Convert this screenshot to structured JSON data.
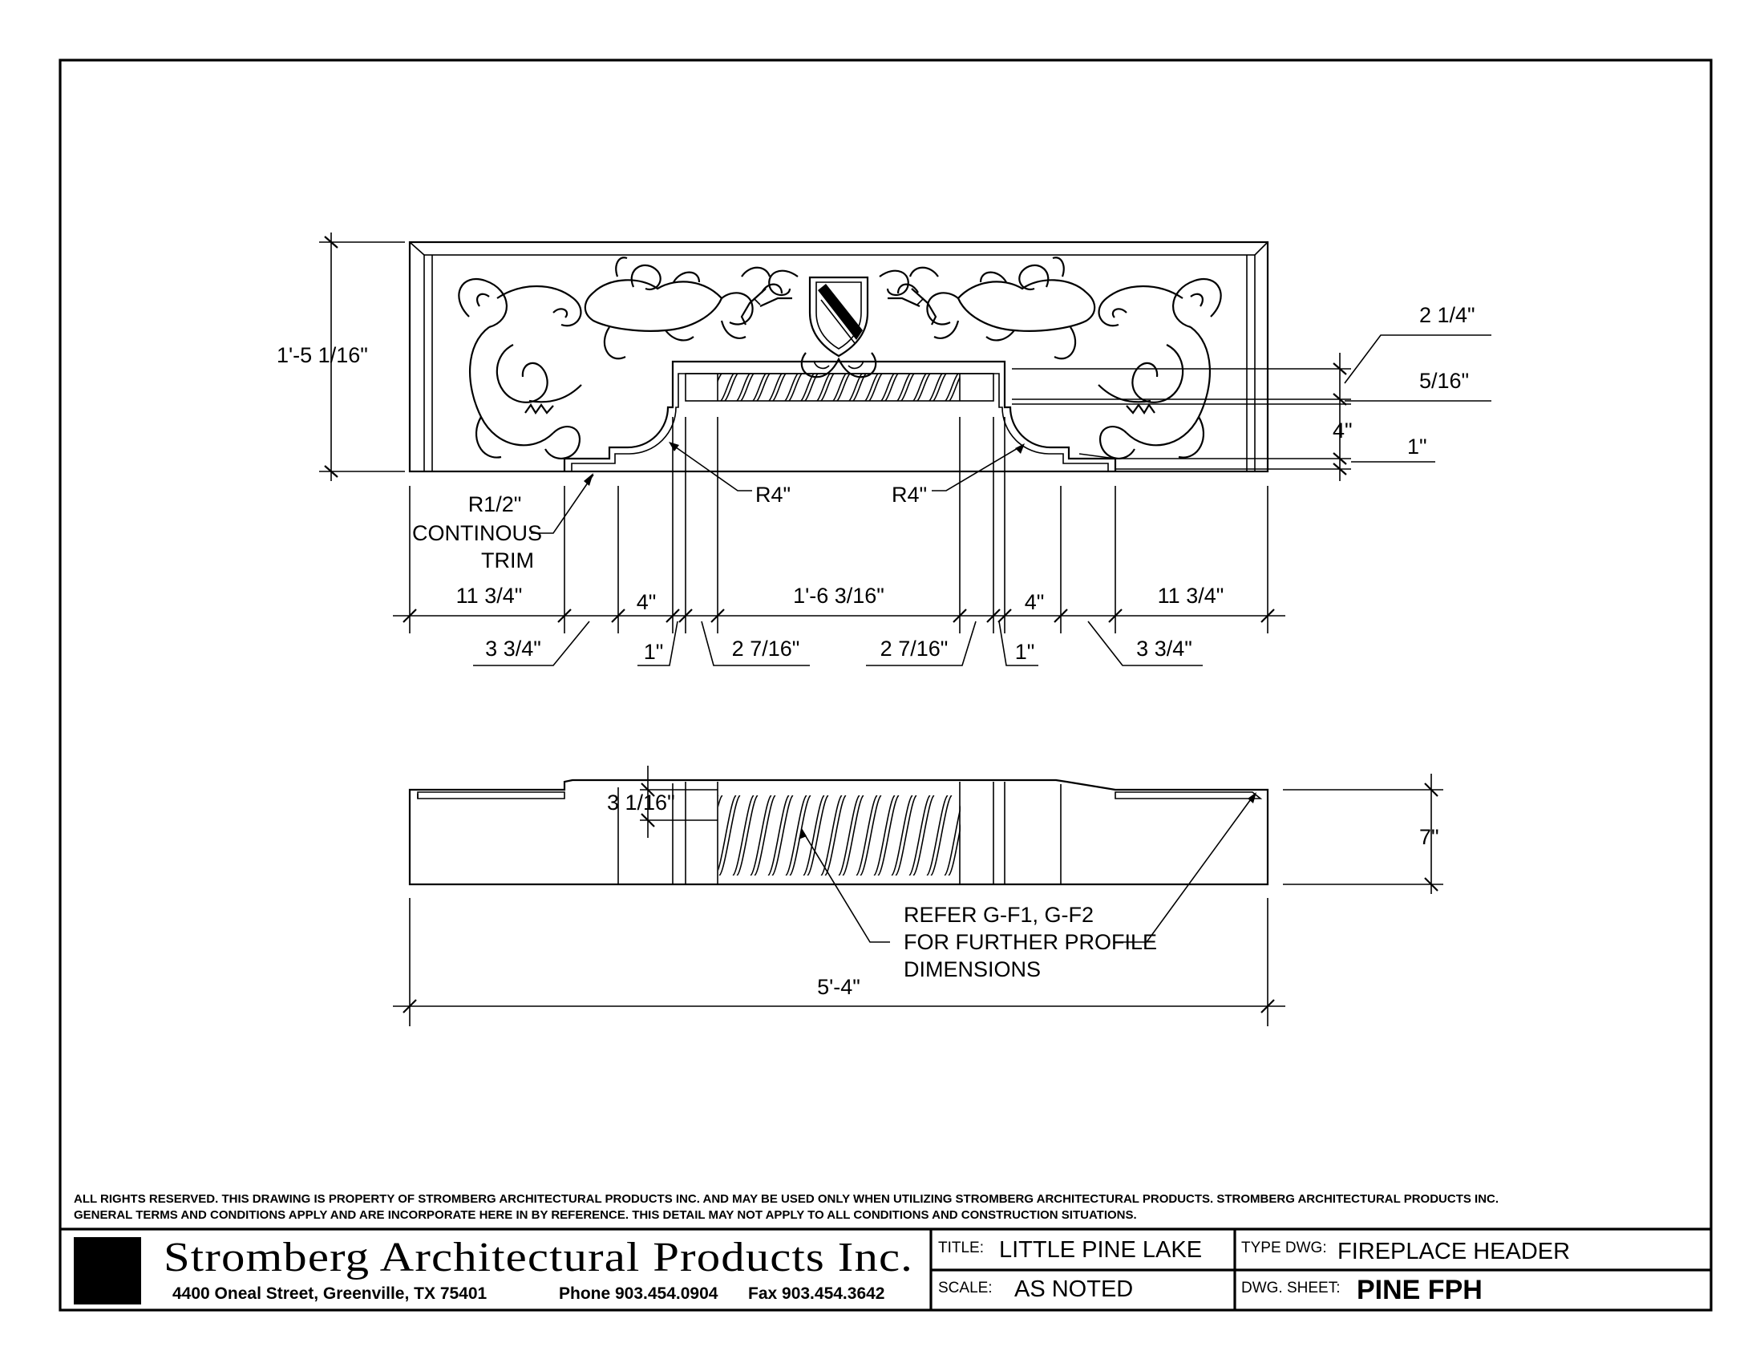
{
  "front_elevation": {
    "height_dim": "1'-5 1/16\"",
    "right_dims": [
      "2 1/4\"",
      "5/16\"",
      "4\"",
      "1\""
    ],
    "trim_note": [
      "R1/2\"",
      "CONTINOUS",
      "TRIM"
    ],
    "radius_left": "R4\"",
    "radius_right": "R4\"",
    "top_row_dims": [
      "11 3/4\"",
      "4\"",
      "1'-6 3/16\"",
      "4\"",
      "11 3/4\""
    ],
    "bottom_row_dims": [
      "3 3/4\"",
      "1\"",
      "2 7/16\"",
      "2 7/16\"",
      "1\"",
      "3 3/4\""
    ]
  },
  "plan_view": {
    "depth_dim": "3 1/16\"",
    "height_dim": "7\"",
    "note": [
      "REFER G-F1, G-F2",
      "FOR FURTHER PROFILE",
      "DIMENSIONS"
    ],
    "overall_dim": "5'-4\""
  },
  "rights_text": [
    "ALL RIGHTS RESERVED. THIS DRAWING IS PROPERTY OF STROMBERG ARCHITECTURAL PRODUCTS INC. AND MAY BE USED ONLY WHEN UTILIZING STROMBERG ARCHITECTURAL PRODUCTS.  STROMBERG ARCHITECTURAL PRODUCTS INC.",
    "GENERAL TERMS AND CONDITIONS APPLY AND ARE INCORPORATE HERE IN BY REFERENCE.  THIS DETAIL MAY NOT APPLY TO ALL CONDITIONS AND CONSTRUCTION SITUATIONS."
  ],
  "title_block": {
    "company": "Stromberg Architectural Products Inc.",
    "address": "4400 Oneal Street, Greenville, TX  75401",
    "phone": "Phone 903.454.0904",
    "fax": "Fax 903.454.3642",
    "title_label": "TITLE:",
    "title_value": "LITTLE PINE LAKE",
    "scale_label": "SCALE:",
    "scale_value": "AS NOTED",
    "type_label": "TYPE DWG:",
    "type_value": "FIREPLACE HEADER",
    "sheet_label": "DWG. SHEET:",
    "sheet_value": "PINE FPH"
  }
}
